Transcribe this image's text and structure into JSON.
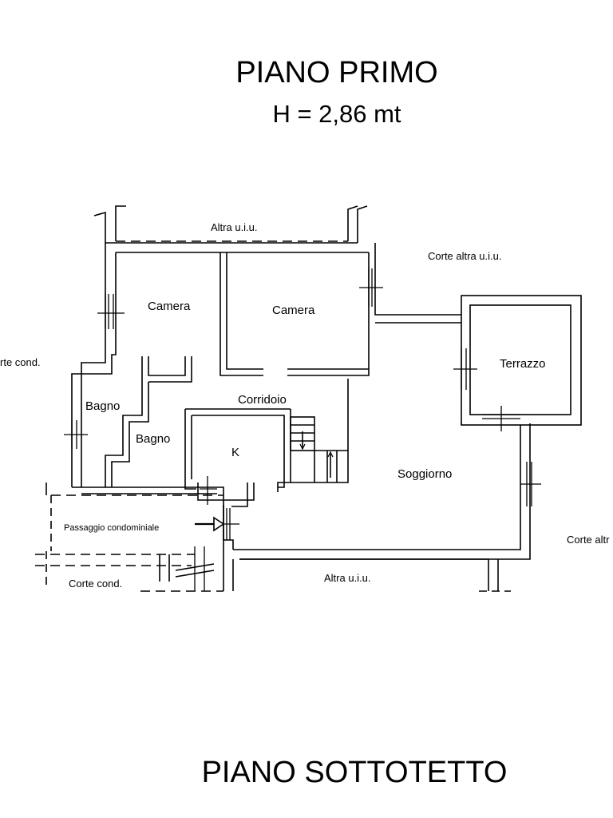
{
  "titles": {
    "floor": "PIANO PRIMO",
    "height": "H = 2,86 mt",
    "attic": "PIANO SOTTOTETTO"
  },
  "labels": {
    "altra_uiu_top": "Altra u.i.u.",
    "corte_altra_uiu_top": "Corte altra u.i.u.",
    "corte_cond_left": "rte cond.",
    "camera_1": "Camera",
    "camera_2": "Camera",
    "terrazzo": "Terrazzo",
    "bagno_1": "Bagno",
    "bagno_2": "Bagno",
    "corridoio": "Corridoio",
    "k": "K",
    "soggiorno": "Soggiorno",
    "passaggio": "Passaggio condominiale",
    "corte_altra_right": "Corte altr",
    "corte_cond_bottom": "Corte cond.",
    "altra_uiu_bottom": "Altra u.i.u."
  }
}
